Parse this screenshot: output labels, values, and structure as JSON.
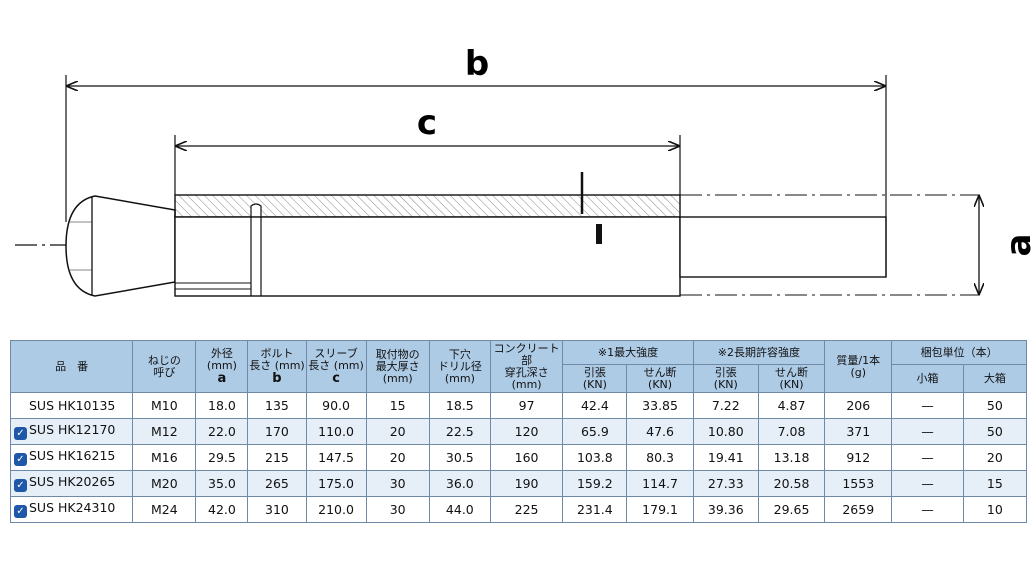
{
  "drawing": {
    "dim_b": "b",
    "dim_c": "c",
    "dim_a": "a"
  },
  "table": {
    "headers": {
      "model": "品　番",
      "thread": "ねじの\n呼び",
      "outer": "外径\n(mm)",
      "outer_sym": "a",
      "bolt": "ボルト\n長さ (mm)",
      "bolt_sym": "b",
      "sleeve": "スリーブ\n長さ (mm)",
      "sleeve_sym": "c",
      "attach": "取付物の\n最大厚さ\n(mm)",
      "drill": "下穴\nドリル径\n(mm)",
      "depth": "コンクリート部\n穿孔深さ\n(mm)",
      "max_strength": "※1最大強度",
      "long_strength": "※2長期許容強度",
      "tension": "引張\n(KN)",
      "shear": "せん断\n(KN)",
      "mass": "質量/1本\n(g)",
      "pack": "梱包単位（本）",
      "small_box": "小箱",
      "large_box": "大箱"
    },
    "rows": [
      {
        "mark": false,
        "model": "SUS HK10135",
        "thread": "M10",
        "outer": "18.0",
        "bolt": "135",
        "sleeve": "90.0",
        "attach": "15",
        "drill": "18.5",
        "depth": "97",
        "max_t": "42.4",
        "max_s": "33.85",
        "long_t": "7.22",
        "long_s": "4.87",
        "mass": "206",
        "small": "—",
        "large": "50"
      },
      {
        "mark": true,
        "model": "SUS HK12170",
        "thread": "M12",
        "outer": "22.0",
        "bolt": "170",
        "sleeve": "110.0",
        "attach": "20",
        "drill": "22.5",
        "depth": "120",
        "max_t": "65.9",
        "max_s": "47.6",
        "long_t": "10.80",
        "long_s": "7.08",
        "mass": "371",
        "small": "—",
        "large": "50"
      },
      {
        "mark": true,
        "model": "SUS HK16215",
        "thread": "M16",
        "outer": "29.5",
        "bolt": "215",
        "sleeve": "147.5",
        "attach": "20",
        "drill": "30.5",
        "depth": "160",
        "max_t": "103.8",
        "max_s": "80.3",
        "long_t": "19.41",
        "long_s": "13.18",
        "mass": "912",
        "small": "—",
        "large": "20"
      },
      {
        "mark": true,
        "model": "SUS HK20265",
        "thread": "M20",
        "outer": "35.0",
        "bolt": "265",
        "sleeve": "175.0",
        "attach": "30",
        "drill": "36.0",
        "depth": "190",
        "max_t": "159.2",
        "max_s": "114.7",
        "long_t": "27.33",
        "long_s": "20.58",
        "mass": "1553",
        "small": "—",
        "large": "15"
      },
      {
        "mark": true,
        "model": "SUS HK24310",
        "thread": "M24",
        "outer": "42.0",
        "bolt": "310",
        "sleeve": "210.0",
        "attach": "30",
        "drill": "44.0",
        "depth": "225",
        "max_t": "231.4",
        "max_s": "179.1",
        "long_t": "39.36",
        "long_s": "29.65",
        "mass": "2659",
        "small": "—",
        "large": "10"
      }
    ]
  }
}
